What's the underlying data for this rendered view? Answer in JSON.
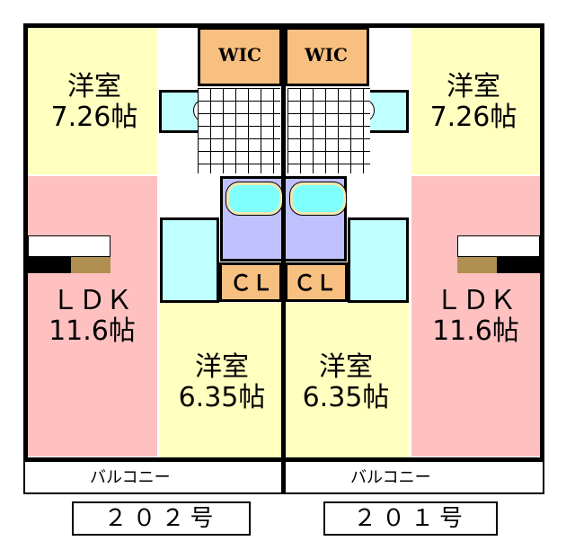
{
  "units": [
    {
      "name": "２０２号",
      "rooms": {
        "western_large": {
          "label": "洋室",
          "size": "7.26帖"
        },
        "wic": "WIC",
        "ldk": {
          "label": "ＬＤＫ",
          "size": "11.6帖"
        },
        "closet": "ＣＬ",
        "western_small": {
          "label": "洋室",
          "size": "6.35帖"
        },
        "balcony": "バルコニー"
      }
    },
    {
      "name": "２０１号",
      "rooms": {
        "western_large": {
          "label": "洋室",
          "size": "7.26帖"
        },
        "wic": "WIC",
        "ldk": {
          "label": "ＬＤＫ",
          "size": "11.6帖"
        },
        "closet": "ＣＬ",
        "western_small": {
          "label": "洋室",
          "size": "6.35帖"
        },
        "balcony": "バルコニー"
      }
    }
  ],
  "colors": {
    "western": "#FFFFC0",
    "ldk": "#FFC0C0",
    "storage": "#F8C080",
    "wet": "#C0FFFF",
    "bath": "#C0C0FF"
  }
}
